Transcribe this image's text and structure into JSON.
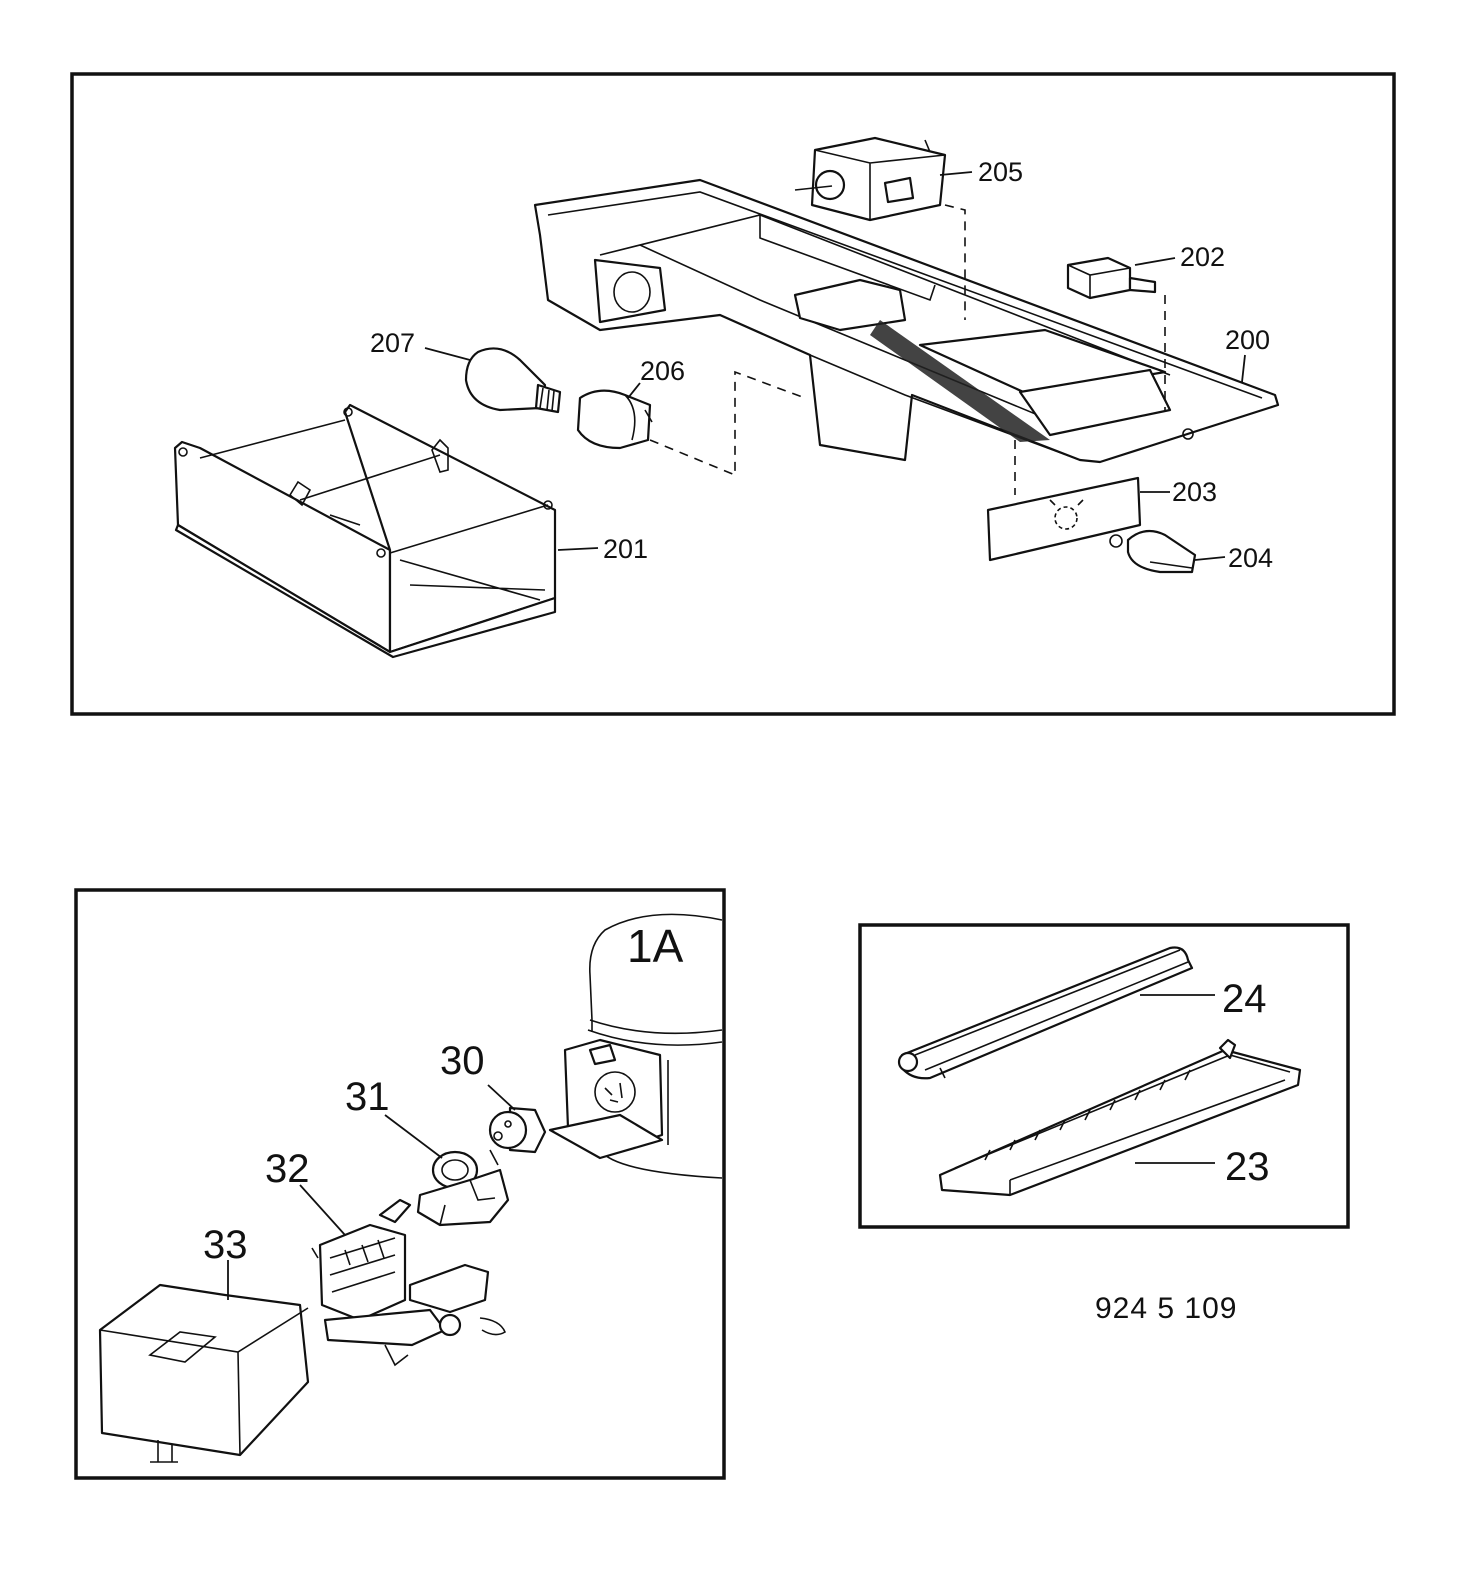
{
  "panels": {
    "top": {
      "callouts": [
        "205",
        "202",
        "200",
        "207",
        "206",
        "201",
        "203",
        "204"
      ]
    },
    "bottom_left": {
      "callouts": [
        "30",
        "31",
        "32",
        "33"
      ],
      "tag": "1A"
    },
    "bottom_right": {
      "callouts": [
        "24",
        "23"
      ]
    }
  },
  "diagram_code": "924 5 109"
}
